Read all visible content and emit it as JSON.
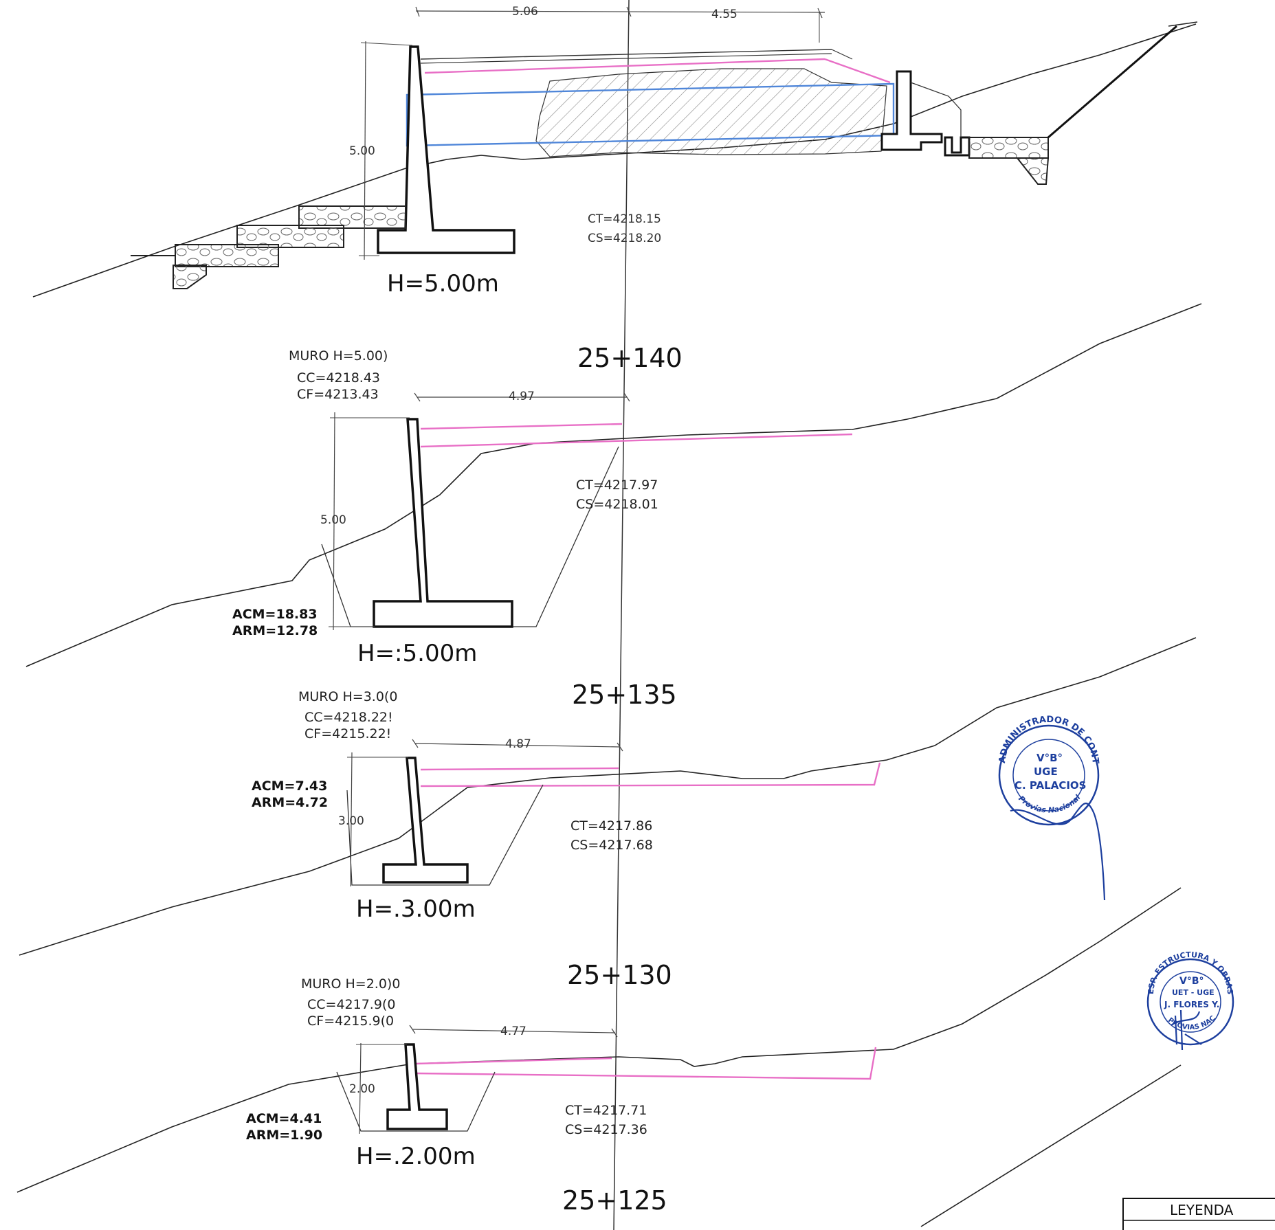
{
  "top_section": {
    "dims": {
      "left_width": "5.06",
      "right_width": "4.55",
      "height": "5.00"
    },
    "ct": "CT=4218.15",
    "cs": "CS=4218.20",
    "wall_h": "H=5.00m",
    "station": "25+140"
  },
  "sections": [
    {
      "muro": "MURO  H=5.00)",
      "cc": "CC=4218.43",
      "cf": "CF=4213.43",
      "width": "4.97",
      "height": "5.00",
      "ct": "CT=4217.97",
      "cs": "CS=4218.01",
      "acm": "ACM=18.83",
      "arm": "ARM=12.78",
      "wall_h": "H=:5.00m",
      "station": "25+135"
    },
    {
      "muro": "MURO  H=3.0(0",
      "cc": "CC=4218.22!",
      "cf": "CF=4215.22!",
      "width": "4.87",
      "height": "3.00",
      "ct": "CT=4217.86",
      "cs": "CS=4217.68",
      "acm": "ACM=7.43",
      "arm": "ARM=4.72",
      "wall_h": "H=.3.00m",
      "station": "25+130"
    },
    {
      "muro": "MURO  H=2.0)0",
      "cc": "CC=4217.9(0",
      "cf": "CF=4215.9(0",
      "width": "4.77",
      "height": "2.00",
      "ct": "CT=4217.71",
      "cs": "CS=4217.36",
      "acm": "ACM=4.41",
      "arm": "ARM=1.90",
      "wall_h": "H=.2.00m",
      "station": "25+125"
    }
  ],
  "stamps": {
    "admin": {
      "ring_top": "ADMINISTRADOR DE CONTRATOS",
      "vb": "V°B°",
      "unit": "UGE",
      "name": "C. PALACIOS",
      "ring_bottom": "Provias Nacional"
    },
    "structure": {
      "ring_top": "ESP. ESTRUCTURA Y OBRAS DE ARTE",
      "vb": "V°B°",
      "unit": "UET - UGE",
      "name": "J. FLORES Y.",
      "ring_bottom": "PROVIAS NAC"
    }
  },
  "legend": {
    "title": "LEYENDA"
  },
  "colors": {
    "ink": "#111111",
    "pink": "#e86fc6",
    "blue": "#4f86d9",
    "stamp_blue": "#1d3f9e"
  }
}
